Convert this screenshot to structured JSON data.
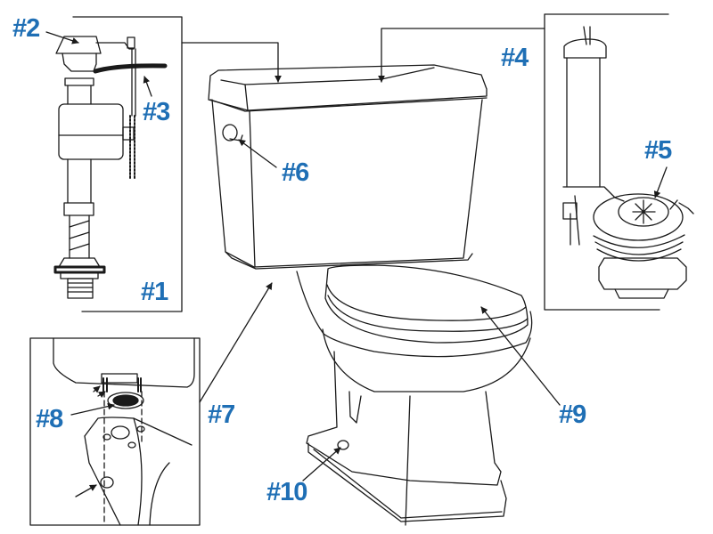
{
  "diagram": {
    "type": "parts-diagram",
    "subject": "Two-piece toilet replacement parts",
    "label_color": "#1f6fb5",
    "line_color": "#1a1a1a",
    "callouts": [
      {
        "id": "1",
        "text": "#1",
        "part": "fill-valve-assembly"
      },
      {
        "id": "2",
        "text": "#2",
        "part": "fill-valve-cap"
      },
      {
        "id": "3",
        "text": "#3",
        "part": "refill-tube"
      },
      {
        "id": "4",
        "text": "#4",
        "part": "flush-valve-assembly"
      },
      {
        "id": "5",
        "text": "#5",
        "part": "flapper"
      },
      {
        "id": "6",
        "text": "#6",
        "part": "trip-lever"
      },
      {
        "id": "7",
        "text": "#7",
        "part": "tank-to-bowl-connection"
      },
      {
        "id": "8",
        "text": "#8",
        "part": "tank-to-bowl-gasket-and-bolts"
      },
      {
        "id": "9",
        "text": "#9",
        "part": "toilet-seat"
      },
      {
        "id": "10",
        "text": "#10",
        "part": "floor-bolt-caps"
      }
    ]
  }
}
